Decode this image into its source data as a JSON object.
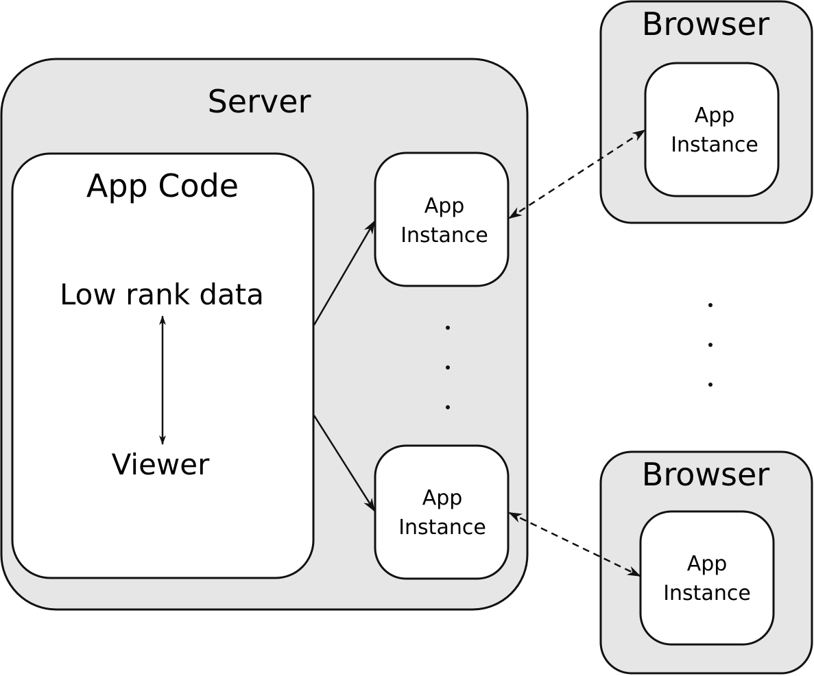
{
  "server": {
    "label": "Server"
  },
  "app_code": {
    "label": "App Code",
    "low_rank_data": "Low rank data",
    "viewer": "Viewer"
  },
  "server_instances": [
    {
      "line1": "App",
      "line2": "Instance"
    },
    {
      "line1": "App",
      "line2": "Instance"
    }
  ],
  "browsers": [
    {
      "label": "Browser",
      "instance": {
        "line1": "App",
        "line2": "Instance"
      }
    },
    {
      "label": "Browser",
      "instance": {
        "line1": "App",
        "line2": "Instance"
      }
    }
  ],
  "colors": {
    "container_fill": "#e6e6e6",
    "box_fill": "#ffffff",
    "stroke": "#111111"
  }
}
